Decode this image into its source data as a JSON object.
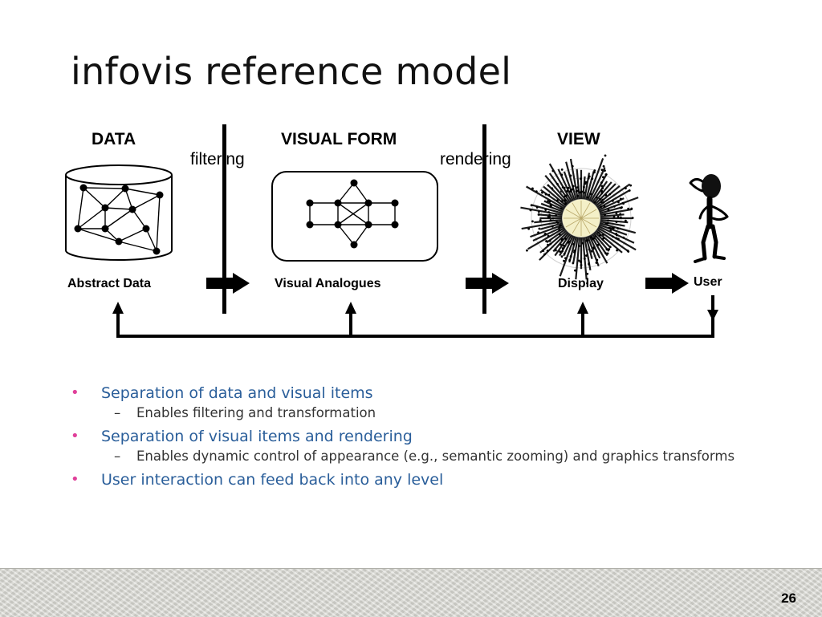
{
  "slide": {
    "title": "infovis reference model",
    "page_number": "26"
  },
  "diagram": {
    "columns": {
      "data": "DATA",
      "visual_form": "VISUAL FORM",
      "view": "VIEW"
    },
    "transforms": {
      "filtering": "filtering",
      "rendering": "rendering"
    },
    "stages": {
      "abstract_data": "Abstract Data",
      "visual_analogues": "Visual Analogues",
      "display": "Display",
      "user": "User"
    }
  },
  "bullets": [
    {
      "text": "Separation of data and visual items",
      "sub": [
        "Enables filtering and transformation"
      ]
    },
    {
      "text": "Separation of visual items and rendering",
      "sub": [
        "Enables dynamic control of appearance (e.g., semantic zooming) and graphics transforms"
      ]
    },
    {
      "text": "User interaction can feed back into any level",
      "sub": []
    }
  ],
  "colors": {
    "bullet_text": "#2a5e9a",
    "bullet_dot": "#e0409a",
    "sub_text": "#333333"
  }
}
